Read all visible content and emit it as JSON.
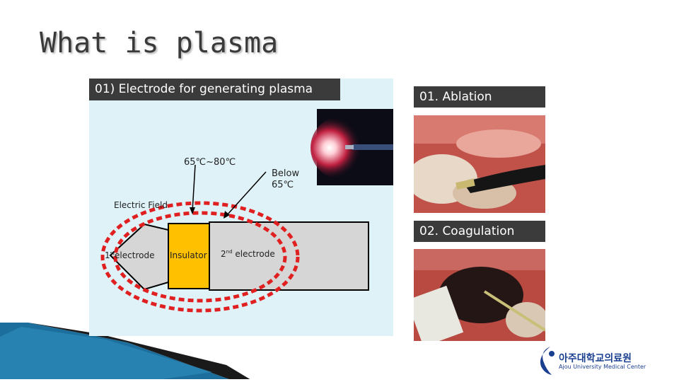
{
  "slide": {
    "title": "What is plasma",
    "diagram_header": "01) Electrode for generating plasma",
    "temp_high": "65℃~80℃",
    "temp_low_line1": "Below",
    "temp_low_line2": "65℃",
    "electric_field": "Electric Field",
    "first_electrode_num": "1",
    "first_electrode_sup": "st",
    "first_electrode_text": "electrode",
    "insulator": "Insulator",
    "second_electrode_num": "2",
    "second_electrode_sup": "nd",
    "second_electrode_text": "electrode",
    "ablation_label": "01.  Ablation",
    "coagulation_label": "02.  Coagulation"
  },
  "logo": {
    "name_korean": "아주대학교의료원",
    "name_english": "Ajou University Medical Center",
    "color": "#1a3f8f"
  }
}
